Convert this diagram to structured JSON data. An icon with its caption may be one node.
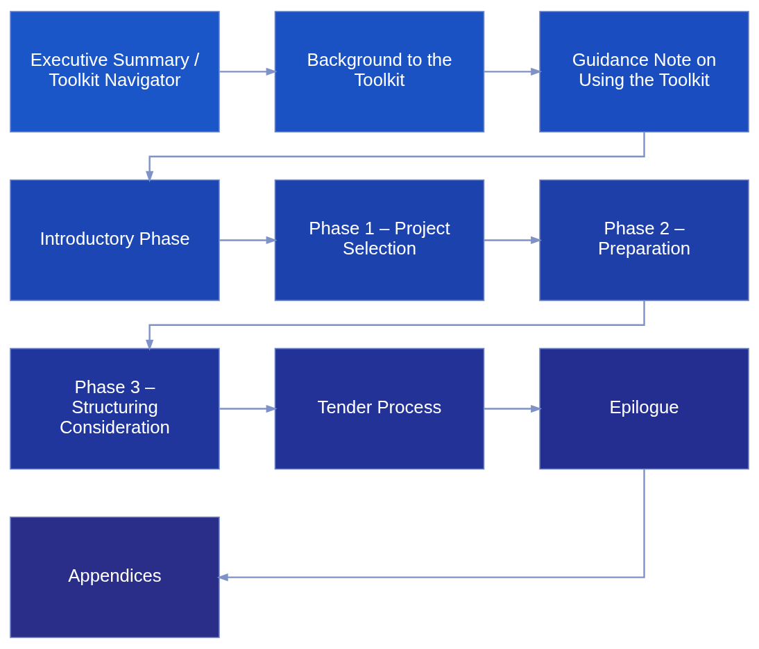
{
  "diagram": {
    "nodes": [
      {
        "text": [
          "Executive Summary / Toolkit Navigator"
        ]
      },
      {
        "text": [
          "Background to the Toolkit"
        ]
      },
      {
        "text": [
          "Guidance Note on Using the Toolkit"
        ]
      },
      {
        "text": [
          "Introductory Phase"
        ]
      },
      {
        "text": [
          "Phase 1 – Project Selection"
        ]
      },
      {
        "text": [
          "Phase 2 – Preparation"
        ]
      },
      {
        "text": [
          "Phase 3 – Structuring Consideration"
        ]
      },
      {
        "text": [
          "Tender Process"
        ]
      },
      {
        "text": [
          "Epilogue"
        ]
      },
      {
        "text": [
          "Appendices"
        ]
      }
    ],
    "edges": [
      {
        "from": 0,
        "to": 1,
        "arrow": "to"
      },
      {
        "from": 1,
        "to": 2,
        "arrow": "to"
      },
      {
        "from": 2,
        "to": 3,
        "arrow": "to"
      },
      {
        "from": 3,
        "to": 4,
        "arrow": "to"
      },
      {
        "from": 4,
        "to": 5,
        "arrow": "to"
      },
      {
        "from": 5,
        "to": 6,
        "arrow": "to"
      },
      {
        "from": 6,
        "to": 7,
        "arrow": "to"
      },
      {
        "from": 7,
        "to": 8,
        "arrow": "to"
      },
      {
        "from": 8,
        "to": 9,
        "arrow": "to"
      }
    ]
  }
}
